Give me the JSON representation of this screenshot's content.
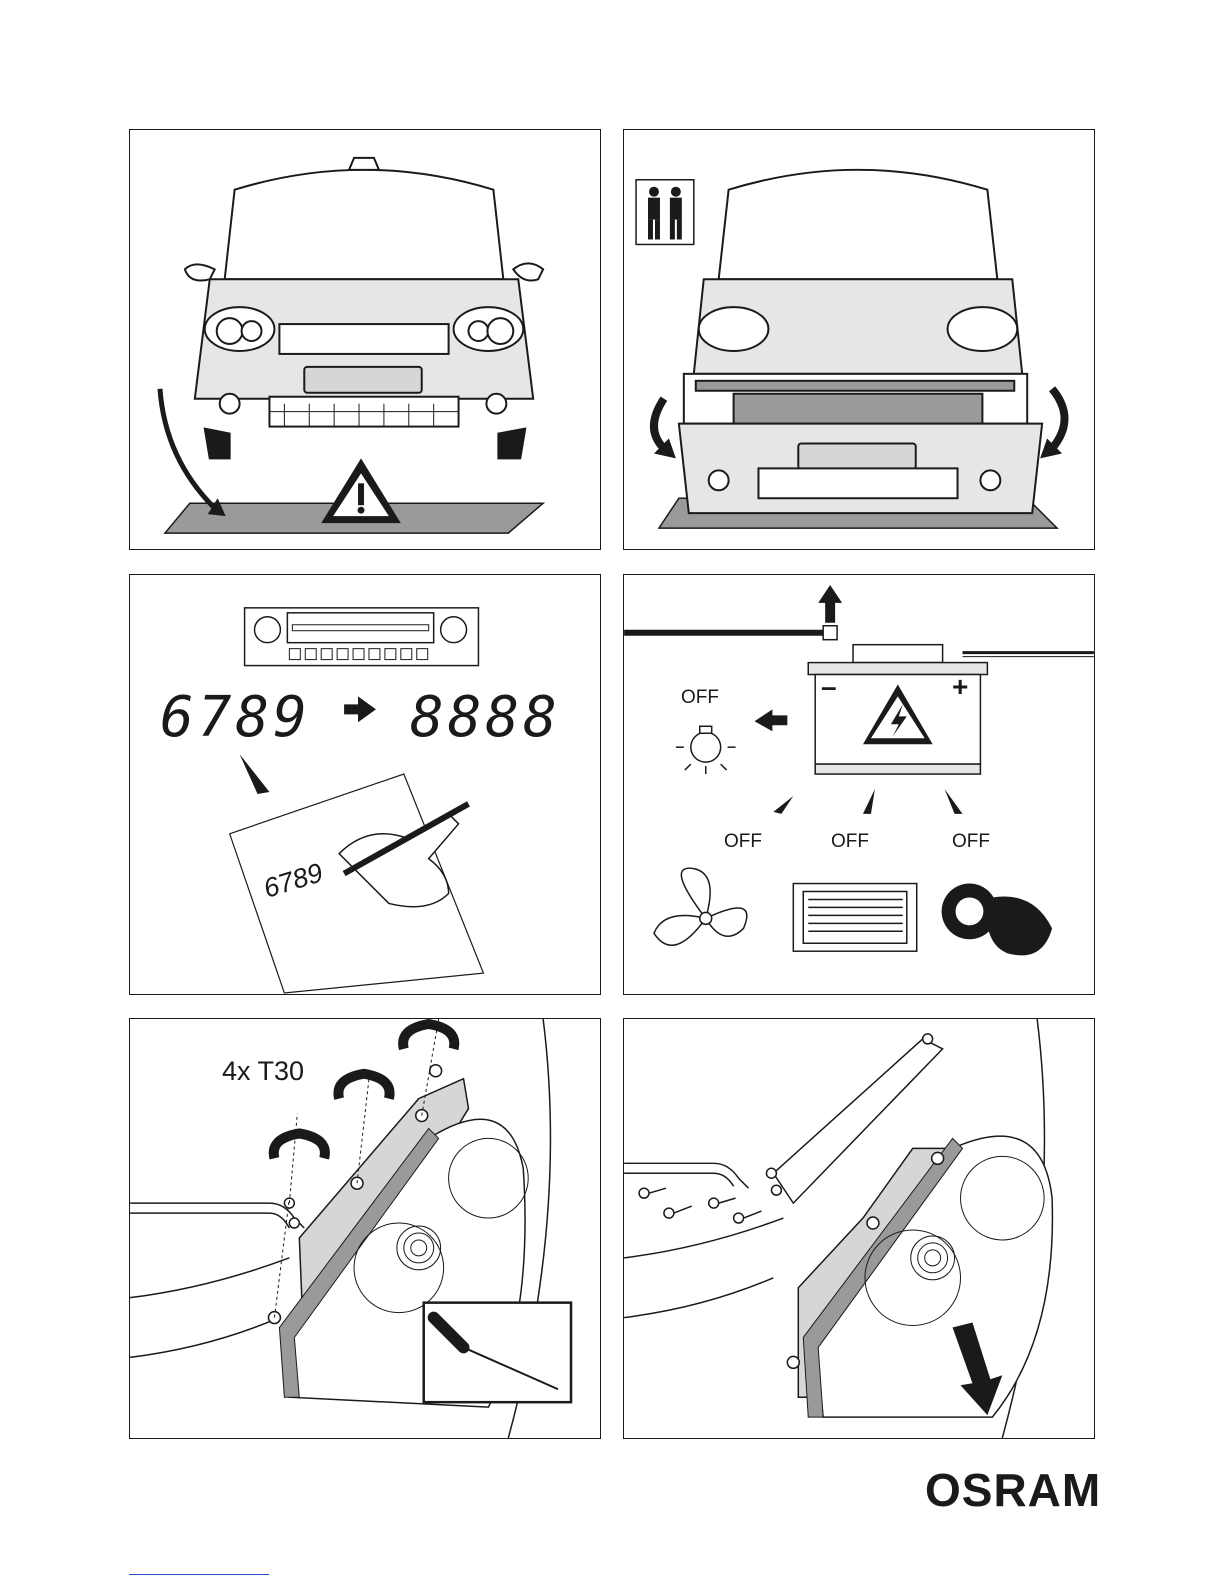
{
  "panels": [
    {
      "id": "p1",
      "scene": "car-raised-hood-safety"
    },
    {
      "id": "p2",
      "scene": "two-person-bumper-removal"
    },
    {
      "id": "p3",
      "scene": "radio-code-note",
      "radio_code": "6789",
      "display_code": "8888",
      "handwritten": "6789"
    },
    {
      "id": "p4",
      "scene": "battery-disconnect",
      "labels": {
        "light": "OFF",
        "fan": "OFF",
        "heater": "OFF",
        "ignition": "OFF"
      },
      "terminals": {
        "negative": "–",
        "positive": "+"
      }
    },
    {
      "id": "p5",
      "scene": "remove-screws",
      "screw_spec": "4x T30"
    },
    {
      "id": "p6",
      "scene": "pull-headlamp-out"
    }
  ],
  "brand": {
    "name": "OSRAM"
  },
  "icons": [
    "warning-triangle-icon",
    "two-workers-icon",
    "arrow-icon",
    "bulb-icon",
    "fan-icon",
    "heater-icon",
    "ignition-key-icon",
    "screwdriver-icon",
    "rotate-arrow-icon"
  ],
  "colors": {
    "ink": "#1a1a1a",
    "panel_gray": "#d6d6d6",
    "mid_gray": "#9a9a9a",
    "bg": "#ffffff"
  }
}
